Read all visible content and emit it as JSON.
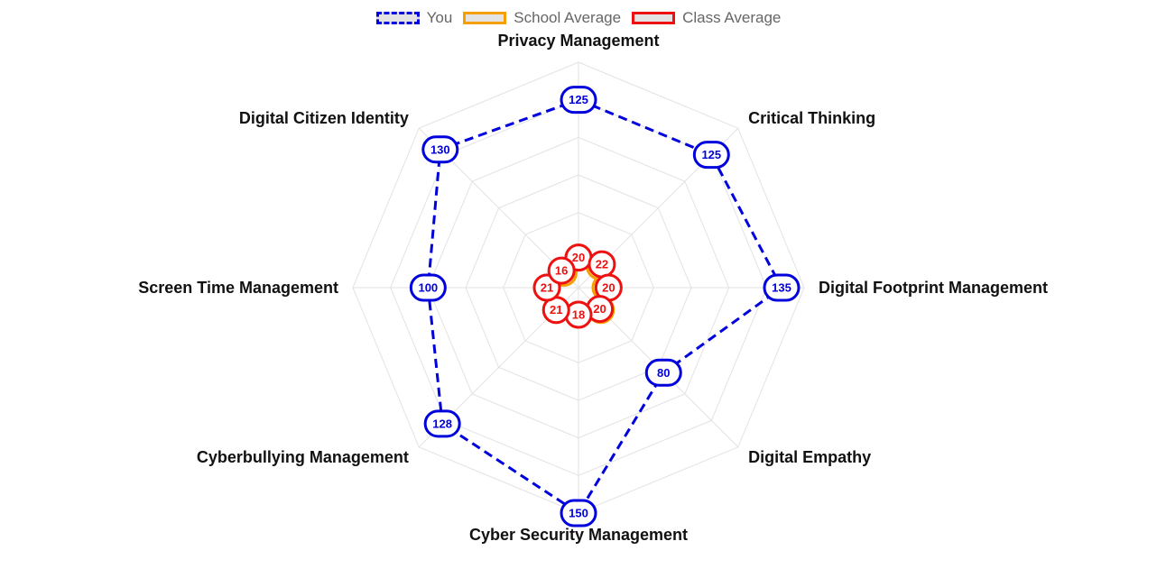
{
  "chart_data": {
    "type": "radar",
    "title": "",
    "axes": [
      "Privacy Management",
      "Critical Thinking",
      "Digital Footprint Management",
      "Digital Empathy",
      "Cyber Security Management",
      "Cyberbullying Management",
      "Screen Time Management",
      "Digital Citizen Identity"
    ],
    "range": [
      0,
      150
    ],
    "grid": true,
    "legend_position": "top",
    "series": [
      {
        "name": "You",
        "values": [
          125,
          125,
          135,
          80,
          150,
          128,
          100,
          130
        ],
        "color": "#0000dd",
        "line_style": "dashed"
      },
      {
        "name": "Class Average",
        "values": [
          20,
          22,
          20,
          20,
          18,
          21,
          21,
          16
        ],
        "color": "#ee1111",
        "line_style": "solid"
      },
      {
        "name": "School Average",
        "values": [
          20,
          20,
          18,
          21,
          18,
          21,
          21,
          14
        ],
        "color": "#f5a000",
        "line_style": "solid"
      }
    ],
    "legend_order": [
      "You",
      "School Average",
      "Class Average"
    ]
  }
}
